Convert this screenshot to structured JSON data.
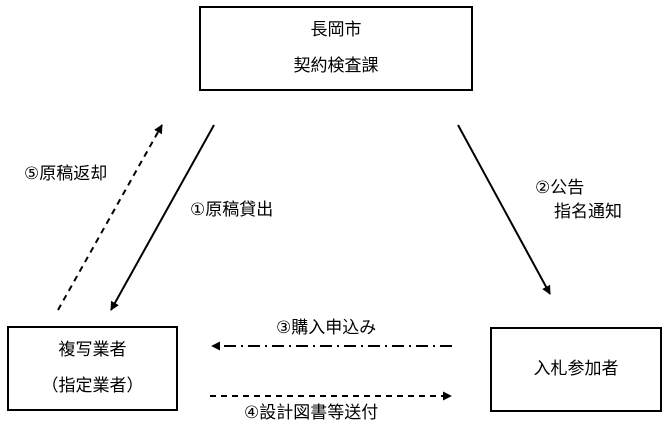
{
  "nodes": {
    "city": {
      "line1": "長岡市",
      "line2": "契約検査課"
    },
    "copy_vendor": {
      "line1": "複写業者",
      "line2": "（指定業者）"
    },
    "bidder": {
      "line1": "入札参加者"
    }
  },
  "edges": {
    "step1": "①原稿貸出",
    "step2_line1": "②公告",
    "step2_line2": "指名通知",
    "step3": "③購入申込み",
    "step4": "④設計図書等送付",
    "step5": "⑤原稿返却"
  }
}
